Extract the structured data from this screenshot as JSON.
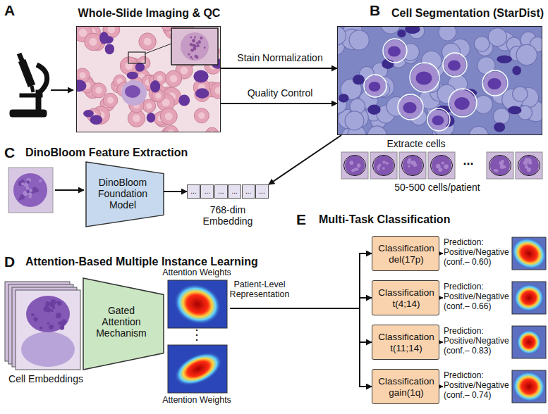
{
  "diagram": {
    "nodes": [
      {
        "text": [
          "Whole-Slide Imaging & QC"
        ]
      },
      {
        "text": [
          "Cell Segmentation (StarDist)"
        ]
      },
      {
        "text": [
          "Extracte cells",
          "...",
          "50-500 cells/patient"
        ]
      },
      {
        "text": [
          "DinoBloom Foundation Model"
        ]
      },
      {
        "text": [
          "...",
          "...",
          "...",
          "...",
          "...",
          "...",
          "768-dim Embedding"
        ]
      },
      {
        "text": [
          "Cell Embeddings"
        ]
      },
      {
        "text": [
          "Gated Attention Mechanism"
        ]
      },
      {
        "text": [
          "Attention Weights",
          "⋮",
          "Attention Weights"
        ]
      },
      {
        "text": [
          "Classification del(17p)"
        ]
      },
      {
        "text": [
          "Classification t(4;14)"
        ]
      },
      {
        "text": [
          "Classification t(11;14)"
        ]
      },
      {
        "text": [
          "Classification gain(1q)"
        ]
      }
    ],
    "edges": [
      {
        "from": 0,
        "to": 1,
        "label": "Stain Normalization",
        "arrow": "to"
      },
      {
        "from": 0,
        "to": 1,
        "label": "Quality Control",
        "arrow": "to"
      },
      {
        "from": 1,
        "to": 4,
        "arrow": "to"
      },
      {
        "from": 3,
        "to": 4,
        "arrow": "to"
      },
      {
        "from": 7,
        "to": 8,
        "label": "Patient-Level Representation",
        "arrow": "to"
      },
      {
        "from": 7,
        "to": 9,
        "arrow": "to"
      },
      {
        "from": 7,
        "to": 10,
        "arrow": "to"
      },
      {
        "from": 7,
        "to": 11,
        "arrow": "to"
      }
    ],
    "labels": [
      "A",
      "B",
      "C",
      "DinoBloom Feature Extraction",
      "D",
      "Attention-Based Multiple Instance Learning",
      "E",
      "Multi-Task Classification",
      "Prediction: Positive/Negative (conf.– 0.60)",
      "Prediction: Positive/Negative (conf.– 0.66)",
      "Prediction: Positive/Negative (conf.– 0.83)",
      "Prediction: Positive/Negative (conf.– 0.74)"
    ]
  }
}
